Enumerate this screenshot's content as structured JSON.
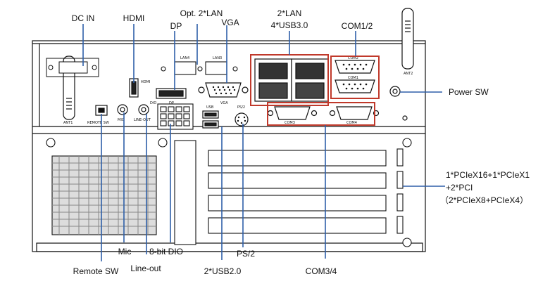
{
  "labels": {
    "dc_in": "DC IN",
    "hdmi": "HDMI",
    "opt_lan": "Opt. 2*LAN",
    "dp": "DP",
    "vga": "VGA",
    "lan_2": "2*LAN",
    "usb3": "4*USB3.0",
    "com12": "COM1/2",
    "power_sw": "Power SW",
    "pcie_line1": "1*PCIeX16+1*PCIeX1",
    "pcie_line2": "+2*PCI",
    "pcie_line3": "（2*PCIeX8+PCIeX4）",
    "mic": "Mic",
    "dio": "8-bit DIO",
    "ps2": "PS/2",
    "remote_sw": "Remote  SW",
    "line_out": "Line-out",
    "usb2": "2*USB2.0",
    "com34": "COM3/4"
  },
  "panel_text": {
    "ant1": "ANT1",
    "ant2": "ANT2",
    "remote_sw": "REMOTE SW",
    "mic": "MIC",
    "line_out": "LINE-OUT",
    "hdmi": "HDMI",
    "dp": "DP",
    "vga": "VGA",
    "usb": "USB",
    "ps2": "PS/2",
    "lan4": "LAN4",
    "lan3": "LAN3",
    "com1": "COM1",
    "com2": "COM2",
    "com3": "COM3",
    "com4": "COM4",
    "dio": "DIO"
  },
  "colors": {
    "highlight": "#c0392b",
    "leader": "#2e5fa8",
    "ink": "#111111"
  }
}
